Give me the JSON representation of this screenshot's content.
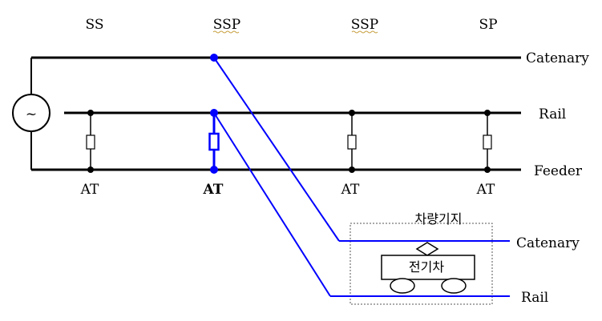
{
  "stations": {
    "ss": "SS",
    "ssp1": "SSP",
    "ssp2": "SSP",
    "sp": "SP"
  },
  "lines": {
    "catenary": "Catenary",
    "rail": "Rail",
    "feeder": "Feeder"
  },
  "transformers": {
    "at1": "AT",
    "at2": "AT",
    "at3": "AT",
    "at4": "AT"
  },
  "source_symbol": "~",
  "depot": {
    "title": "차량기지",
    "catenary": "Catenary",
    "rail": "Rail",
    "vehicle": "전기차"
  },
  "colors": {
    "main_lines": "#000000",
    "highlight": "#0000ff",
    "depot_box": "#555555"
  }
}
